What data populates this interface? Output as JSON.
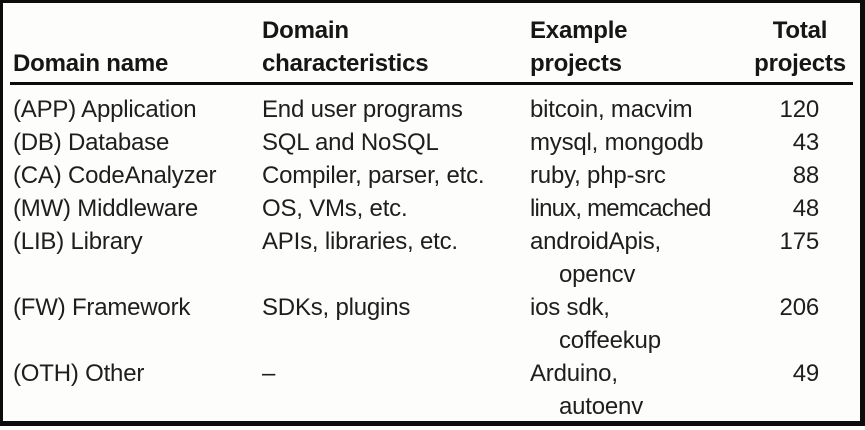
{
  "colors": {
    "ink": "#1e1e1e",
    "frame_border": "#0c0c0c",
    "background": "#fdfdfc"
  },
  "table": {
    "headers": [
      {
        "lines": [
          "Domain name"
        ]
      },
      {
        "lines": [
          "Domain",
          "characteristics"
        ]
      },
      {
        "lines": [
          "Example",
          "projects"
        ]
      },
      {
        "lines": [
          "Total",
          "projects"
        ]
      }
    ],
    "rows": [
      {
        "name": "(APP) Application",
        "characteristics": "End user programs",
        "examples": [
          "bitcoin, macvim"
        ],
        "total": "120"
      },
      {
        "name": "(DB) Database",
        "characteristics": "SQL and NoSQL",
        "examples": [
          "mysql, mongodb"
        ],
        "total": "43"
      },
      {
        "name": "(CA) CodeAnalyzer",
        "characteristics": "Compiler, parser, etc.",
        "examples": [
          "ruby, php-src"
        ],
        "total": "88"
      },
      {
        "name": "(MW) Middleware",
        "characteristics": "OS, VMs, etc.",
        "examples": [
          "linux, memcached"
        ],
        "total": "48"
      },
      {
        "name": "(LIB) Library",
        "characteristics": "APIs, libraries, etc.",
        "examples": [
          "androidApis,",
          "opencv"
        ],
        "total": "175"
      },
      {
        "name": "(FW) Framework",
        "characteristics": "SDKs, plugins",
        "examples": [
          "ios sdk,",
          "coffeekup"
        ],
        "total": "206"
      },
      {
        "name": "(OTH) Other",
        "characteristics": "–",
        "examples": [
          "Arduino,",
          "autoenv"
        ],
        "total": "49"
      }
    ]
  }
}
